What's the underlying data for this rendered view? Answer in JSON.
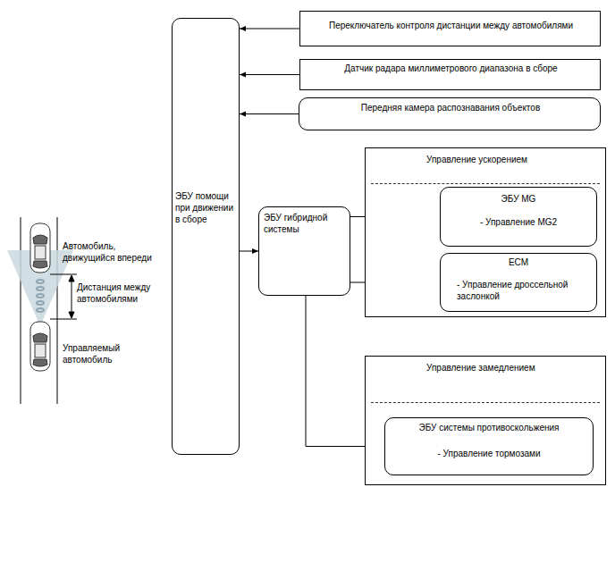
{
  "diagram": {
    "nodes": [
      {
        "text": [
          "Переключатель контроля дистанции между автомобилями"
        ]
      },
      {
        "text": [
          "Датчик радара миллиметрового диапазона в сборе"
        ]
      },
      {
        "text": [
          "Передняя камера распознавания объектов"
        ]
      },
      {
        "text": [
          "ЭБУ помощи при движении в сборе"
        ]
      },
      {
        "text": [
          "ЭБУ гибридной системы"
        ]
      },
      {
        "text": [
          "Управление ускорением"
        ]
      },
      {
        "text": [
          "ЭБУ MG",
          "- Управление MG2"
        ],
        "in": 5
      },
      {
        "text": [
          "ECM",
          "- Управление дроссельной заслонкой"
        ],
        "in": 5
      },
      {
        "text": [
          "Управление замедлением"
        ]
      },
      {
        "text": [
          "ЭБУ системы противоскольжения",
          "- Управление тормозами"
        ],
        "in": 8
      }
    ],
    "edges": [
      {
        "from": 0,
        "to": 3,
        "arrow": "to"
      },
      {
        "from": 1,
        "to": 3,
        "arrow": "to"
      },
      {
        "from": 2,
        "to": 3,
        "arrow": "to"
      },
      {
        "from": 3,
        "to": 4,
        "arrow": "to"
      },
      {
        "from": 4,
        "to": 6,
        "arrow": "to"
      },
      {
        "from": 4,
        "to": 7,
        "arrow": "to"
      },
      {
        "from": 4,
        "to": 9,
        "arrow": "to"
      }
    ],
    "labels": [
      "Автомобиль, движущийся впереди",
      "Дистанция между автомобилями",
      "Управляемый автомобиль"
    ]
  }
}
